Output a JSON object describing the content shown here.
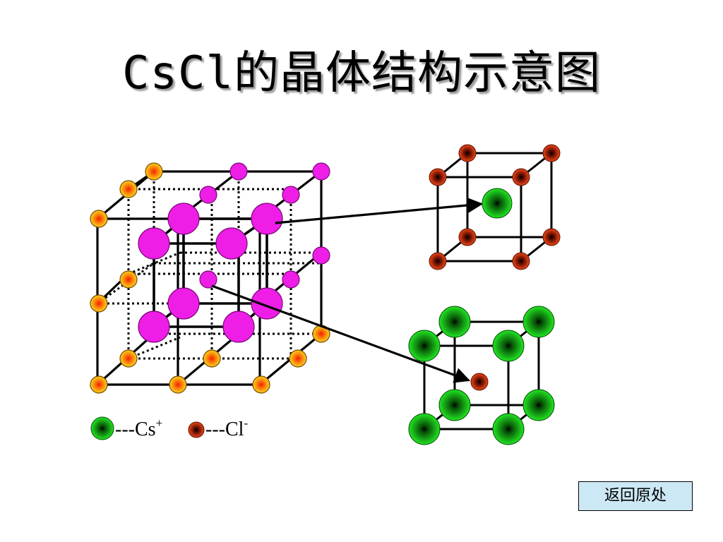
{
  "title": {
    "latin": "CsCl",
    "cjk": "的晶体结构示意图"
  },
  "legend": [
    {
      "symbol": "Cs",
      "charge": "+",
      "prefix": "---",
      "color": "#22d422"
    },
    {
      "symbol": "Cl",
      "charge": "-",
      "prefix": "---",
      "color": "#e23a14"
    }
  ],
  "colors": {
    "cs_ion": "#22d422",
    "cl_ion": "#e23a14",
    "lattice_corner": "#f5a10a",
    "lattice_magenta": "#ee1ee6",
    "lattice_line": "#000000",
    "button_bg": "#cce8f4"
  },
  "back_button": {
    "label": "返回原处"
  }
}
